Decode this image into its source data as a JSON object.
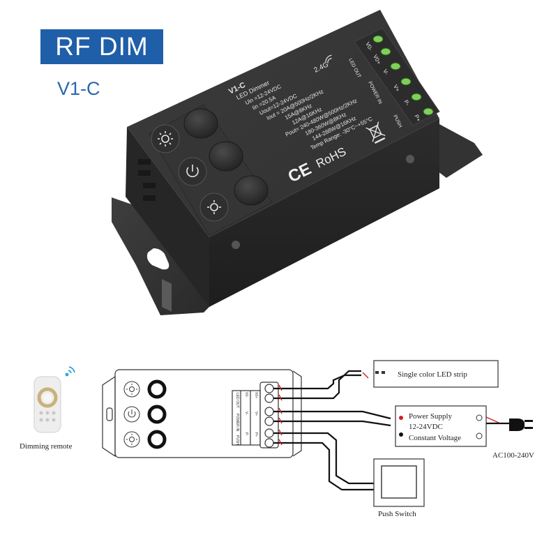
{
  "header": {
    "brand": "RF DIM",
    "model": "V1-C"
  },
  "device": {
    "model": "V1-C",
    "type": "LED Dimmer",
    "specs": [
      "Uin =12-24VDC",
      "Iin =20.5A",
      "Uout=12-24VDC",
      "Iout = 20A@500Hz/2KHz",
      "15A@8KHz",
      "12A@16KHz",
      "Pout= 240-480W@500Hz/2KHz",
      "180-360W@8KHz",
      "144-288W@16KHz",
      "Temp Range: -30°C~+55°C"
    ],
    "wireless": "2.4G",
    "marks": {
      "ce": "CE",
      "rohs": "RoHS"
    },
    "terminal_labels": [
      "V0-",
      "V0+",
      "V-",
      "V+",
      "P-",
      "P+"
    ],
    "group_labels": [
      "LED OUT",
      "POWER IN",
      "PUSH"
    ]
  },
  "wiring": {
    "remote_label": "Dimming remote",
    "led_strip_label": "Single color LED strip",
    "power_supply": [
      "Power Supply",
      "12-24VDC",
      "Constant Voltage"
    ],
    "ac_label": "AC100-240V",
    "push_switch_label": "Push Switch",
    "mini_labels": [
      "LED OUT",
      "POWER IN",
      "PUSH"
    ],
    "mini_terminals": [
      "V0-",
      "V0+",
      "V-",
      "V+",
      "P-",
      "P+"
    ]
  },
  "colors": {
    "banner": "#1f5ea8",
    "model": "#2a67b0",
    "device": "#3a3a3a",
    "wire_red": "#d21e1e",
    "terminal_green": "#7fd05a"
  },
  "icons": [
    "brightness-up-icon",
    "power-icon",
    "brightness-down-icon",
    "wifi-icon",
    "bin-icon",
    "plug-icon"
  ]
}
